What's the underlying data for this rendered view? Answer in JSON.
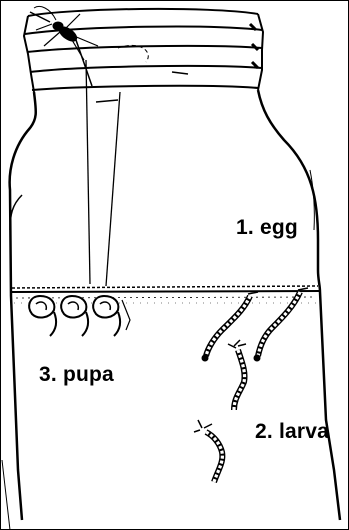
{
  "diagram": {
    "labels": {
      "egg": "1. egg",
      "pupa": "3. pupa",
      "larva": "2. larva"
    },
    "colors": {
      "ink": "#000000",
      "paper": "#ffffff"
    }
  }
}
